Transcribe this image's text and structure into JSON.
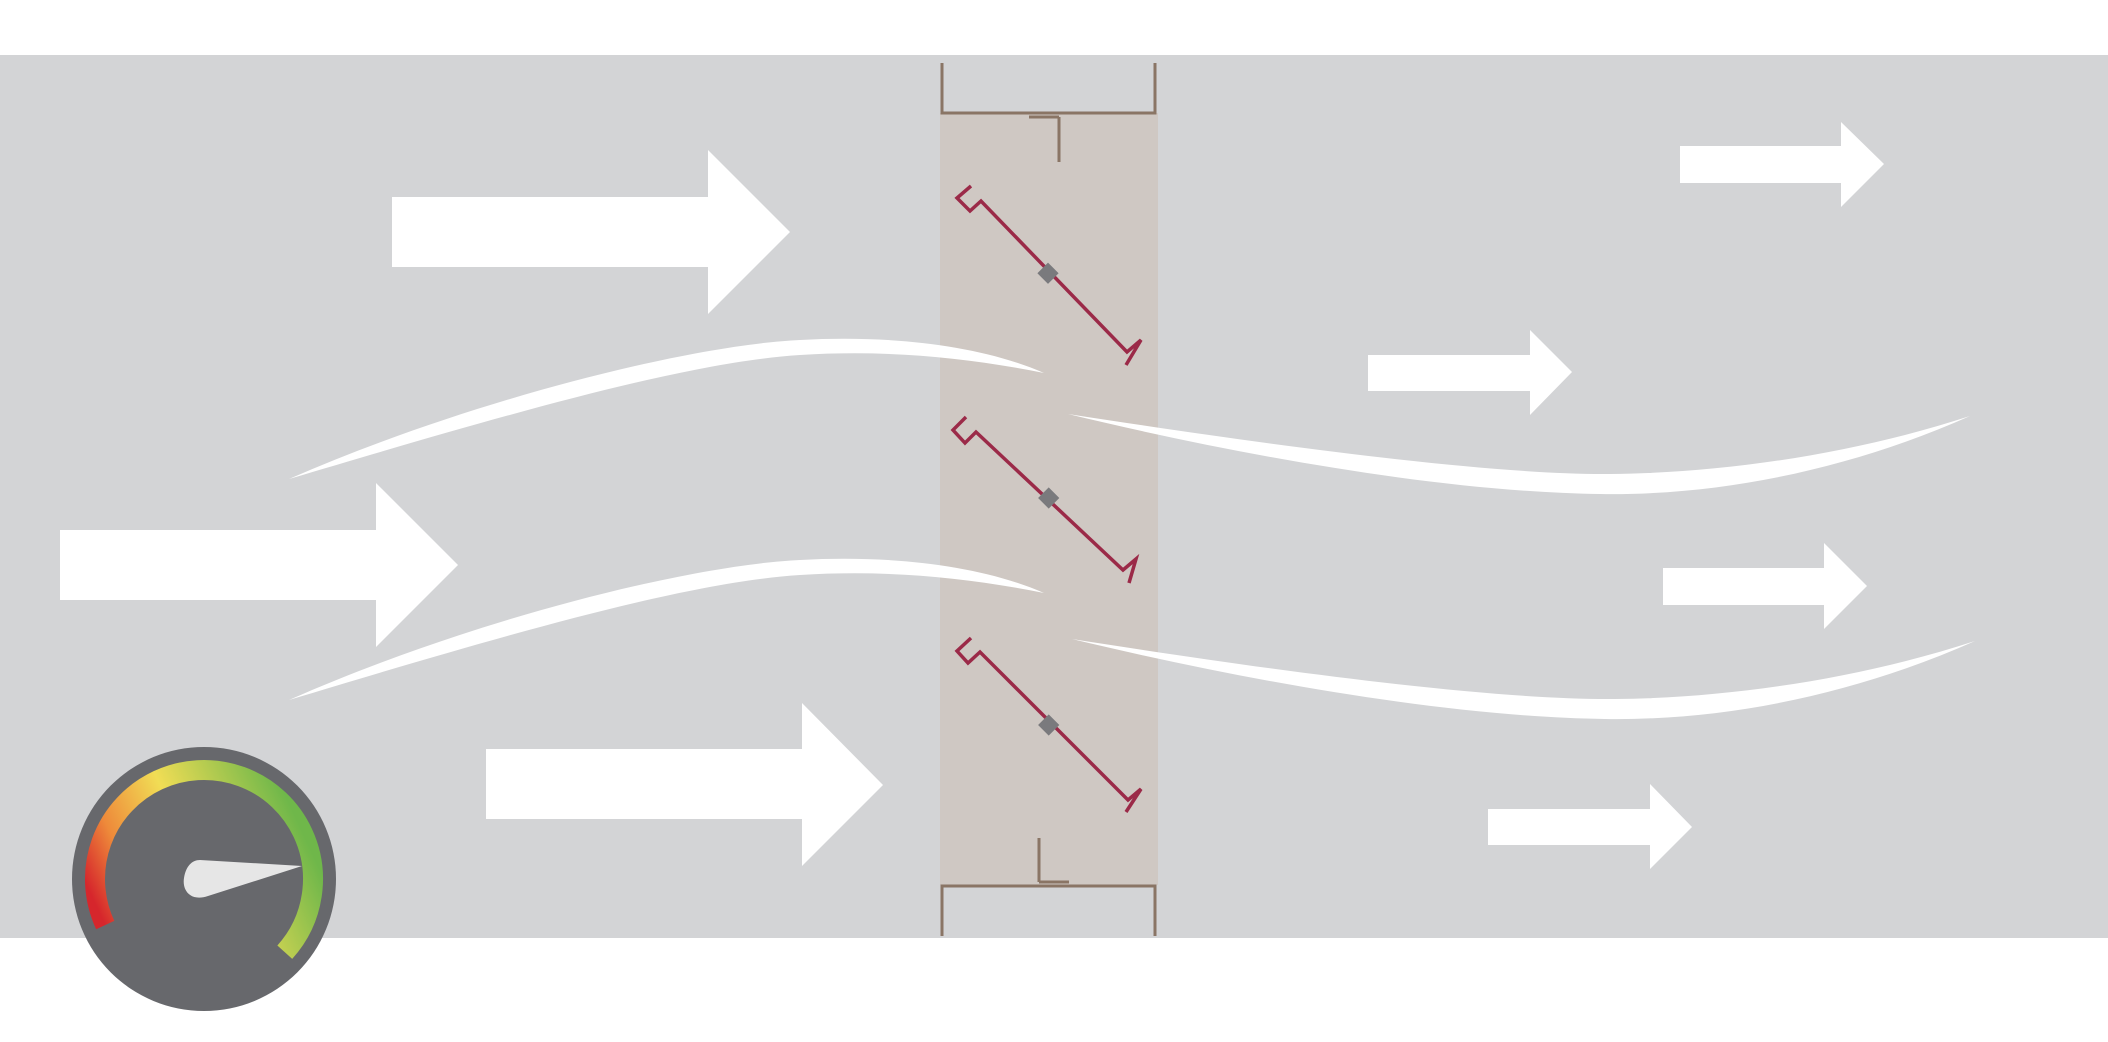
{
  "colors": {
    "background": "#ffffff",
    "duct": "#d3d4d6",
    "damper_zone": "#cfc8c3",
    "frame": "#8a7565",
    "blade": "#9b2a48",
    "pivot": "#7a7a7d",
    "airflow": "#ffffff",
    "gauge_body": "#67686c",
    "gauge_arc_low": "#6fb74a",
    "gauge_arc_mid": "#f1dd55",
    "gauge_arc_high": "#d6262c",
    "needle": "#e6e6e6"
  },
  "icons": {
    "inlet_arrow": "arrow-right-icon",
    "outlet_arrow": "arrow-right-icon",
    "airflow_streak": "airflow-streak-icon",
    "gauge": "speedometer-gauge-icon",
    "blade": "damper-blade-icon"
  },
  "diagram": {
    "damper_blade_count": 3,
    "inlet_arrow_count": 3,
    "outlet_arrow_count": 4,
    "gauge_reading_fraction": 0.92
  }
}
